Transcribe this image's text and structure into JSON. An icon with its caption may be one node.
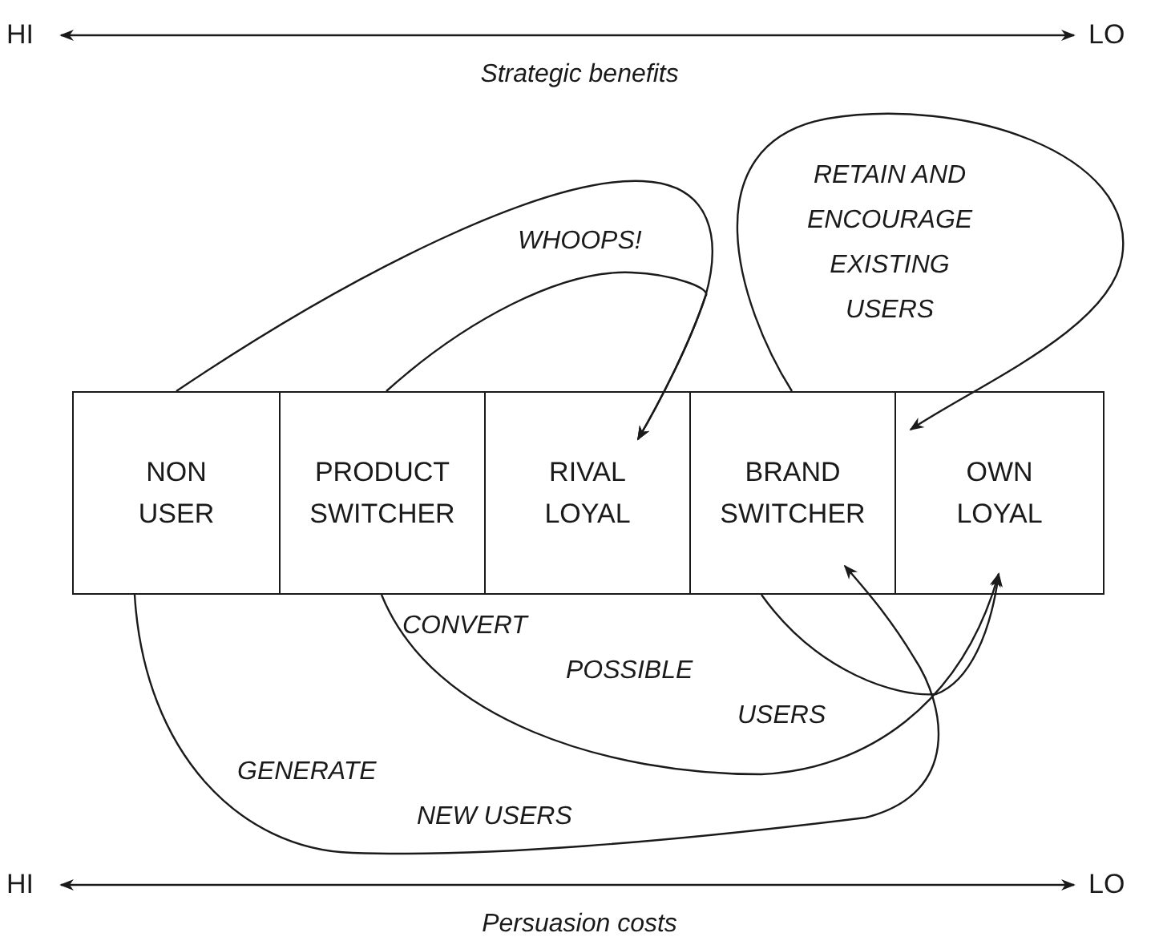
{
  "diagram": {
    "nodes": [
      {
        "text": [
          "NON USER"
        ]
      },
      {
        "text": [
          "PRODUCT SWITCHER"
        ]
      },
      {
        "text": [
          "RIVAL LOYAL"
        ]
      },
      {
        "text": [
          "BRAND SWITCHER"
        ]
      },
      {
        "text": [
          "OWN LOYAL"
        ]
      }
    ],
    "edges": [
      {
        "from": 0,
        "to": 2,
        "arrow": "to"
      },
      {
        "from": 1,
        "to": 2,
        "arrow": "to",
        "label": "WHOOPS!"
      },
      {
        "from": 3,
        "to": 4,
        "arrow": "to",
        "label": "RETAIN AND ENCOURAGE EXISTING USERS"
      },
      {
        "from": 1,
        "to": 4,
        "arrow": "to",
        "label": "CONVERT POSSIBLE USERS"
      },
      {
        "from": 3,
        "to": 4,
        "arrow": "to"
      },
      {
        "from": 0,
        "to": 3,
        "arrow": "to",
        "label": "GENERATE NEW USERS"
      }
    ],
    "labels": [
      "HI",
      "LO",
      "Strategic benefits",
      "HI",
      "LO",
      "Persuasion costs"
    ]
  }
}
